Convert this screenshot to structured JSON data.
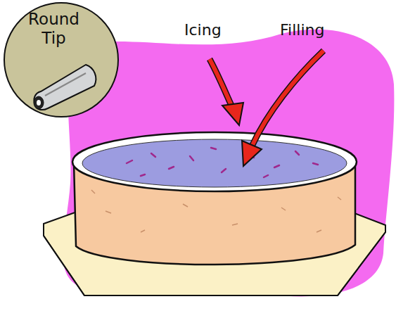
{
  "diagram": {
    "nodes": [
      {
        "text": [
          "Round Tip"
        ]
      }
    ],
    "labels": [
      "Icing",
      "Filling"
    ]
  }
}
